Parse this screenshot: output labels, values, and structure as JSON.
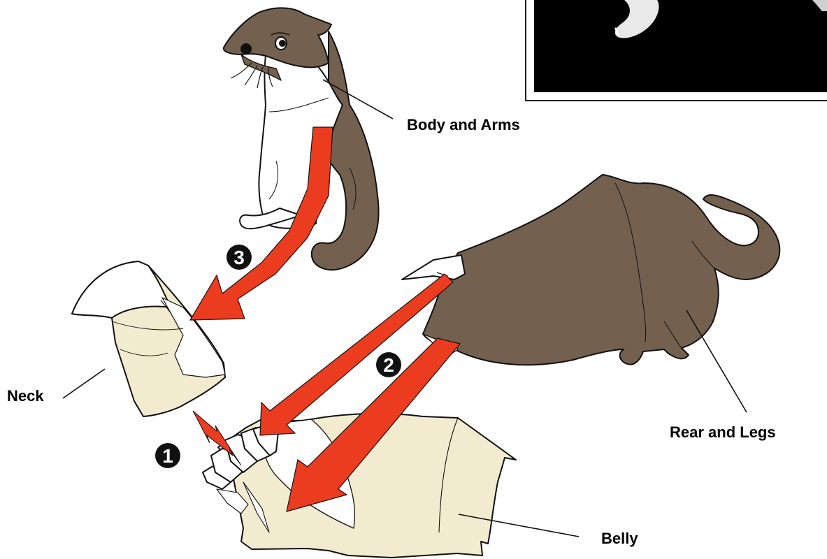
{
  "labels": {
    "body_arms": "Body and Arms",
    "rear_legs": "Rear and Legs",
    "neck": "Neck",
    "belly": "Belly"
  },
  "steps": {
    "one": "1",
    "two": "2",
    "three": "3"
  },
  "colors": {
    "fur": "#73604f",
    "cream": "#f2ebcf",
    "arrow": "#ec3c1f",
    "outline": "#111111"
  }
}
